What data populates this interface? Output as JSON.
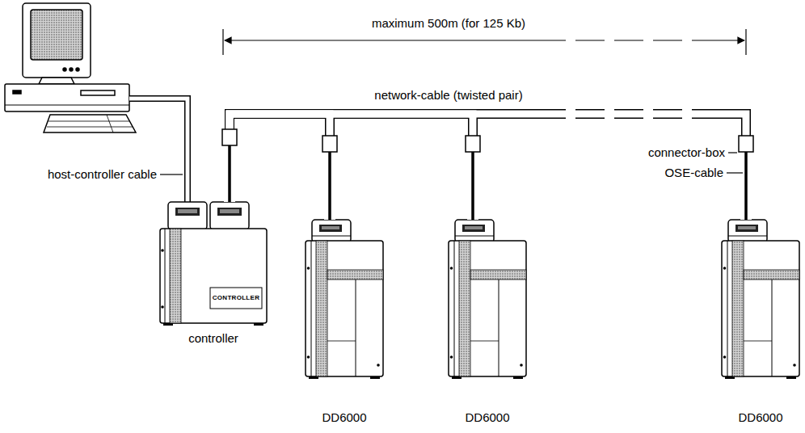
{
  "diagram": {
    "nodes": [
      {
        "text": [
          "controller"
        ]
      },
      {
        "text": [
          "DD6000"
        ]
      },
      {
        "text": [
          "DD6000"
        ]
      },
      {
        "text": [
          "DD6000"
        ]
      }
    ],
    "edges": [
      {
        "from": 0,
        "to": 1,
        "arrow": "none"
      },
      {
        "from": 0,
        "to": 2,
        "arrow": "none"
      },
      {
        "from": 0,
        "to": 3,
        "arrow": "none"
      }
    ],
    "labels": [
      "maximum 500m (for 125 Kb)",
      "network-cable (twisted pair)",
      "host-controller cable",
      "connector-box",
      "OSE-cable",
      "CONTROLLER"
    ]
  }
}
